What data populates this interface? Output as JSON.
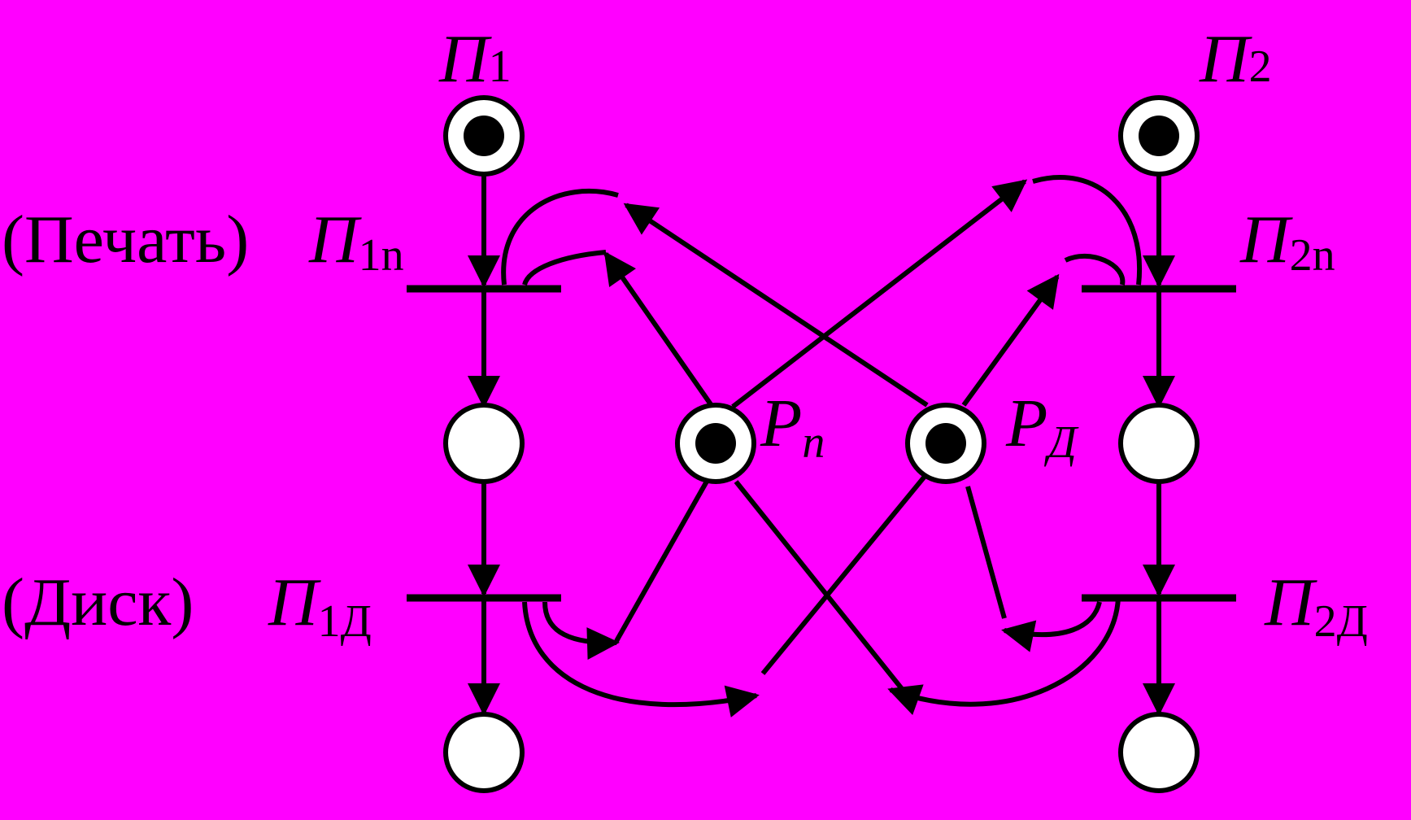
{
  "diagram": {
    "background": "#ff00ff",
    "places": {
      "p1": {
        "label": "П",
        "sub": "1",
        "marked": true
      },
      "p2": {
        "label": "П",
        "sub": "2",
        "marked": true
      },
      "pn": {
        "label": "P",
        "sub": "n",
        "marked": true
      },
      "pd": {
        "label": "P",
        "sub": "Д",
        "marked": true
      },
      "p1mid": {
        "marked": false
      },
      "p2mid": {
        "marked": false
      },
      "p1bot": {
        "marked": false
      },
      "p2bot": {
        "marked": false
      }
    },
    "transitions": {
      "t1n": {
        "label": "П",
        "sub": "1n",
        "side_note": "(Печать)"
      },
      "t1d": {
        "label": "П",
        "sub": "1Д",
        "side_note": "(Диск)"
      },
      "t2n": {
        "label": "П",
        "sub": "2n"
      },
      "t2d": {
        "label": "П",
        "sub": "2Д"
      }
    }
  }
}
